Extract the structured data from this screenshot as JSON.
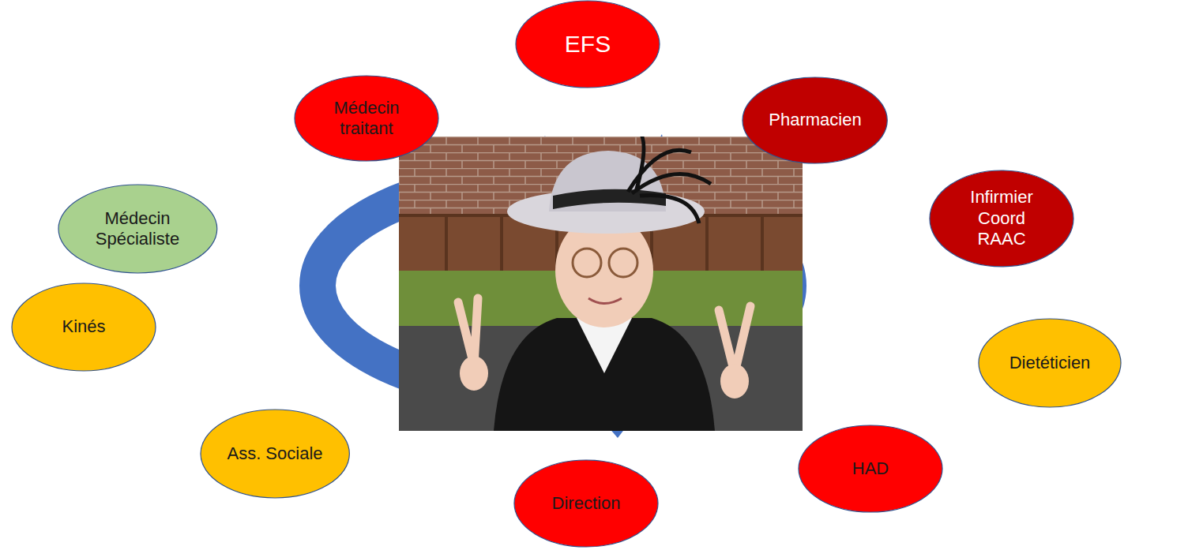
{
  "diagram": {
    "nodes": [
      {
        "text": [
          "EFS"
        ]
      },
      {
        "text": [
          "Médecin traitant"
        ]
      },
      {
        "text": [
          "Pharmacien"
        ]
      },
      {
        "text": [
          "Médecin Spécialiste"
        ]
      },
      {
        "text": [
          "Infirmier Coord RAAC"
        ]
      },
      {
        "text": [
          "Kinés"
        ]
      },
      {
        "text": [
          "Dietéticien"
        ]
      },
      {
        "text": [
          "Ass. Sociale"
        ]
      },
      {
        "text": [
          "HAD"
        ]
      },
      {
        "text": [
          "Direction"
        ]
      }
    ]
  }
}
